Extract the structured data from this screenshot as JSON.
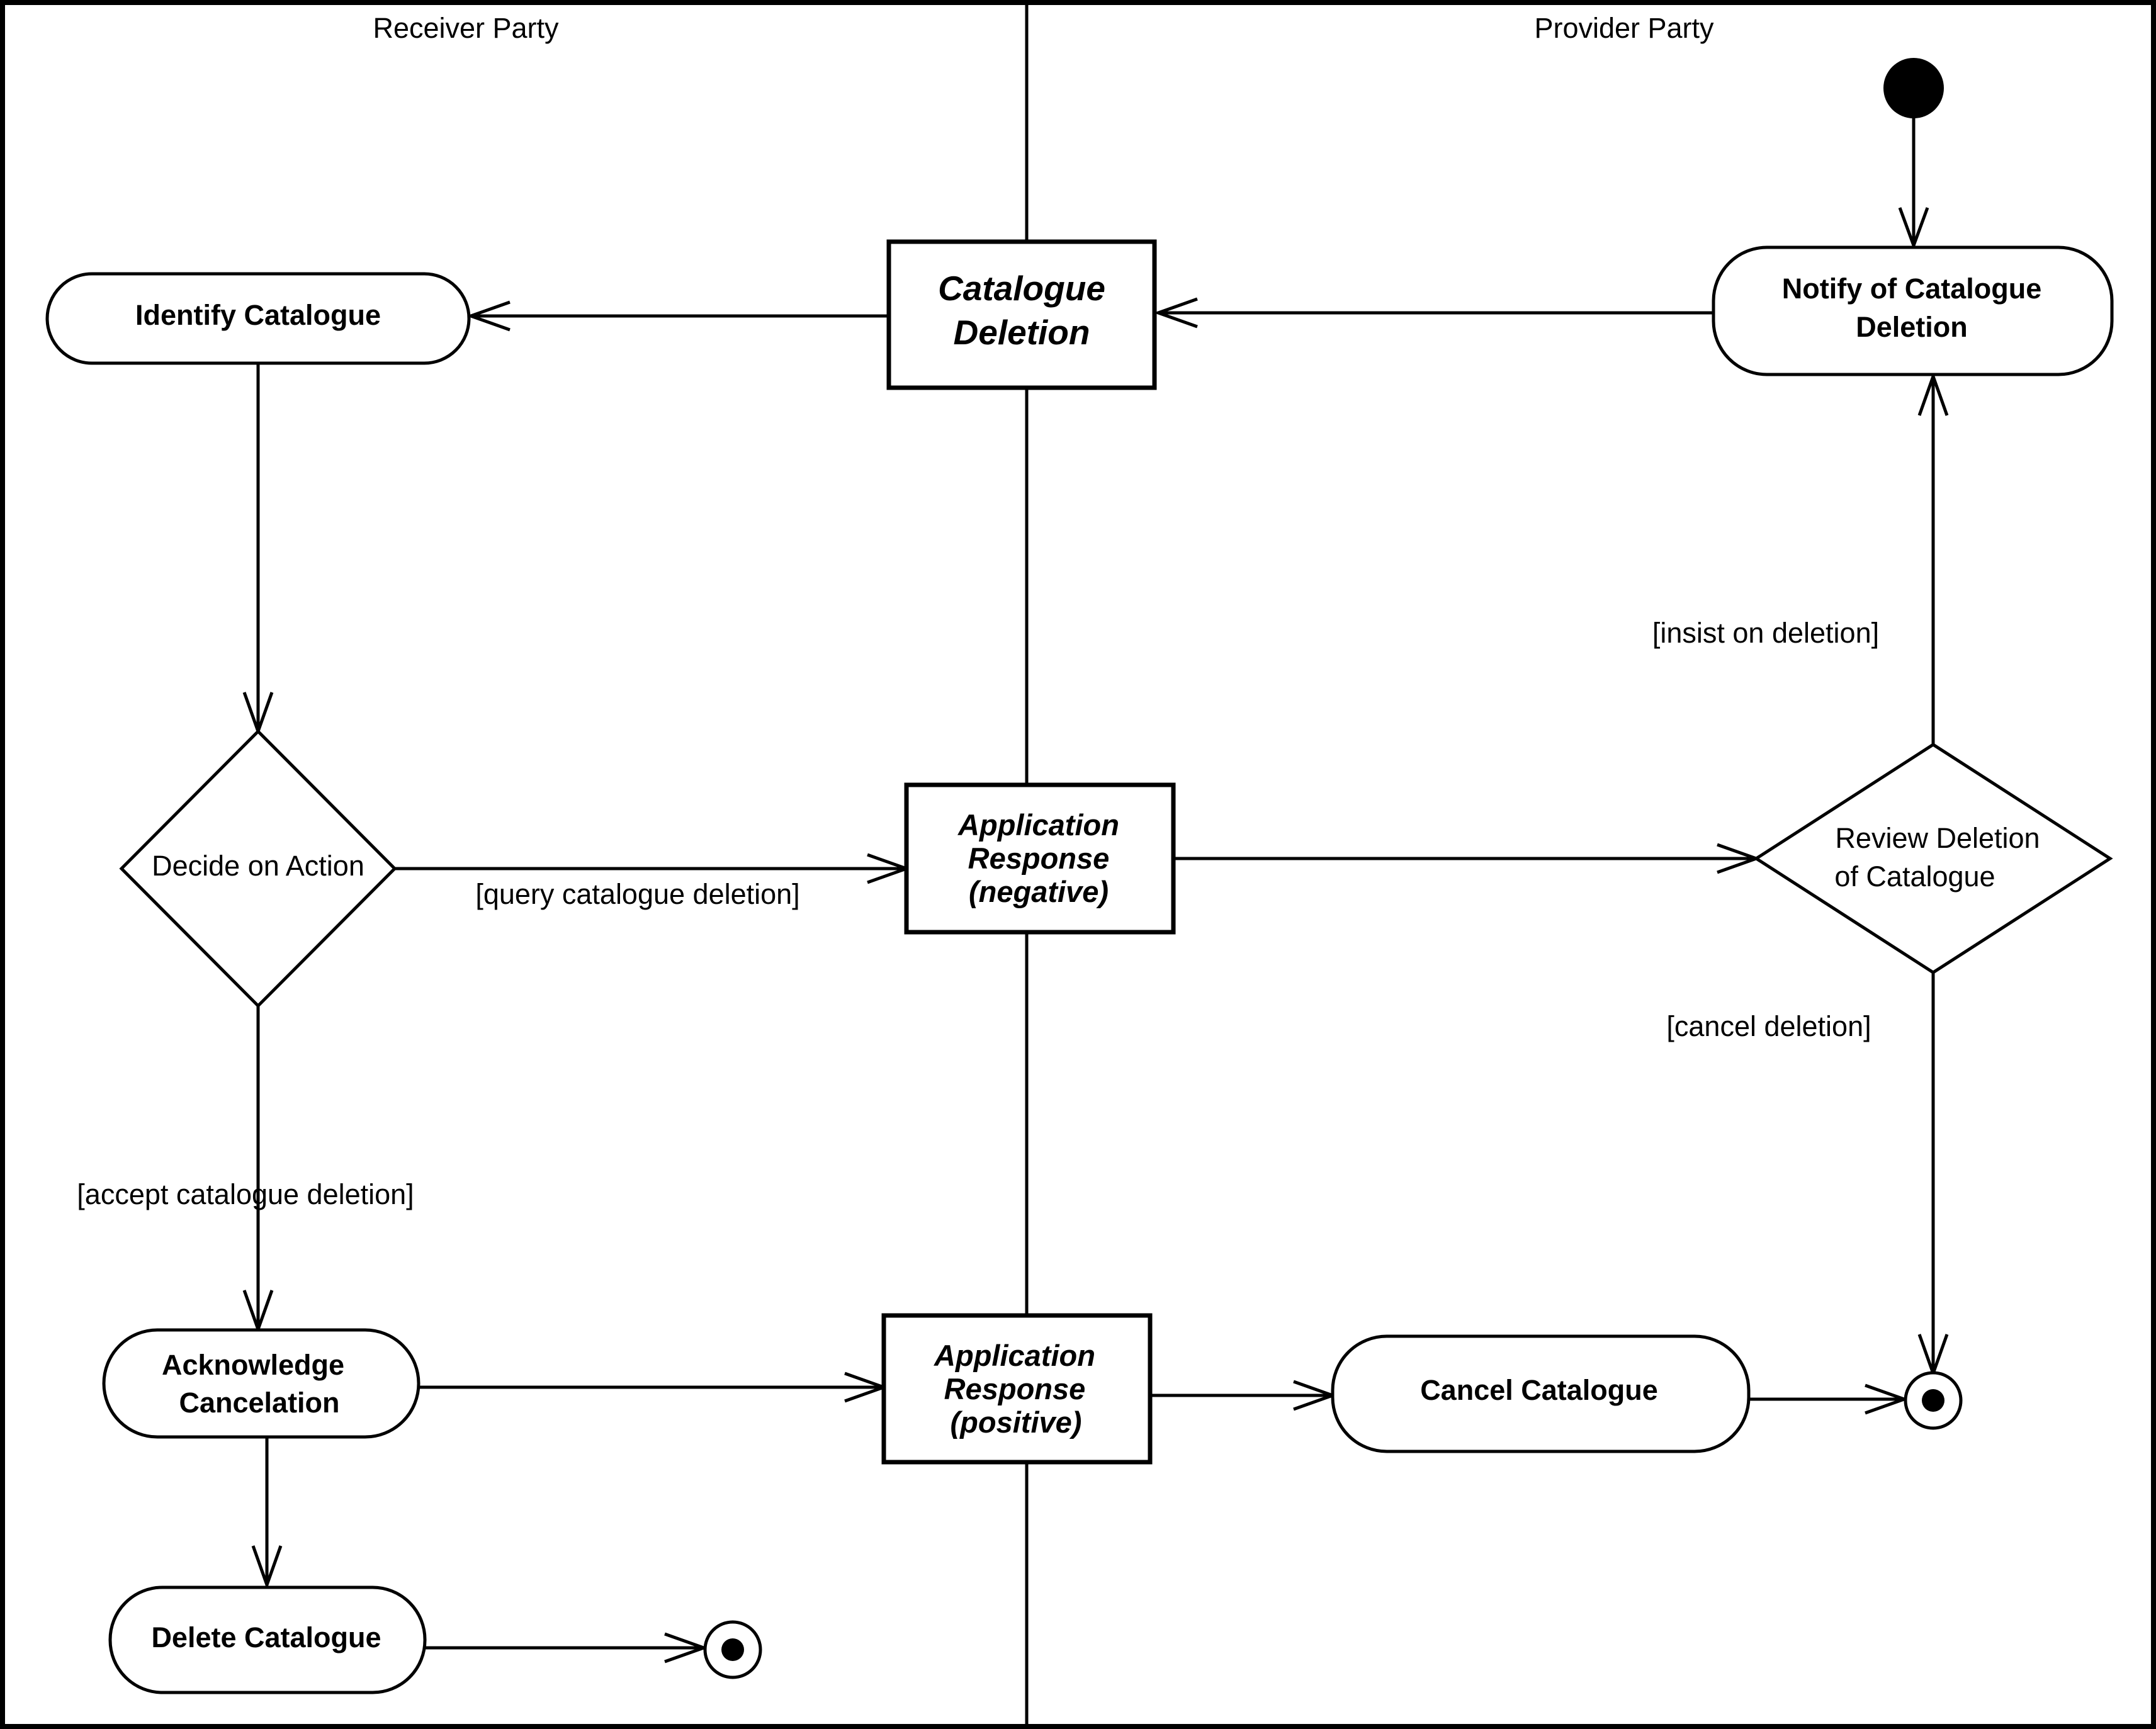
{
  "swimlanes": {
    "receiver": "Receiver Party",
    "provider": "Provider Party"
  },
  "activities": {
    "identify_catalogue": "Identify Catalogue",
    "notify_deletion": [
      "Notify of Catalogue",
      "Deletion"
    ],
    "acknowledge_cancelation": [
      "Acknowledge",
      "Cancelation"
    ],
    "delete_catalogue": "Delete Catalogue",
    "cancel_catalogue": "Cancel Catalogue"
  },
  "documents": {
    "catalogue_deletion": [
      "Catalogue",
      "Deletion"
    ],
    "response_negative": [
      "Application",
      "Response",
      "(negative)"
    ],
    "response_positive": [
      "Application",
      "Response",
      "(positive)"
    ]
  },
  "decisions": {
    "decide_on_action": "Decide on Action",
    "review_deletion": [
      "Review Deletion",
      "of Catalogue"
    ]
  },
  "guards": {
    "query_deletion": "[query catalogue deletion]",
    "accept_deletion": "[accept catalogue deletion]",
    "insist_deletion": "[insist on deletion]",
    "cancel_deletion": "[cancel deletion]"
  }
}
